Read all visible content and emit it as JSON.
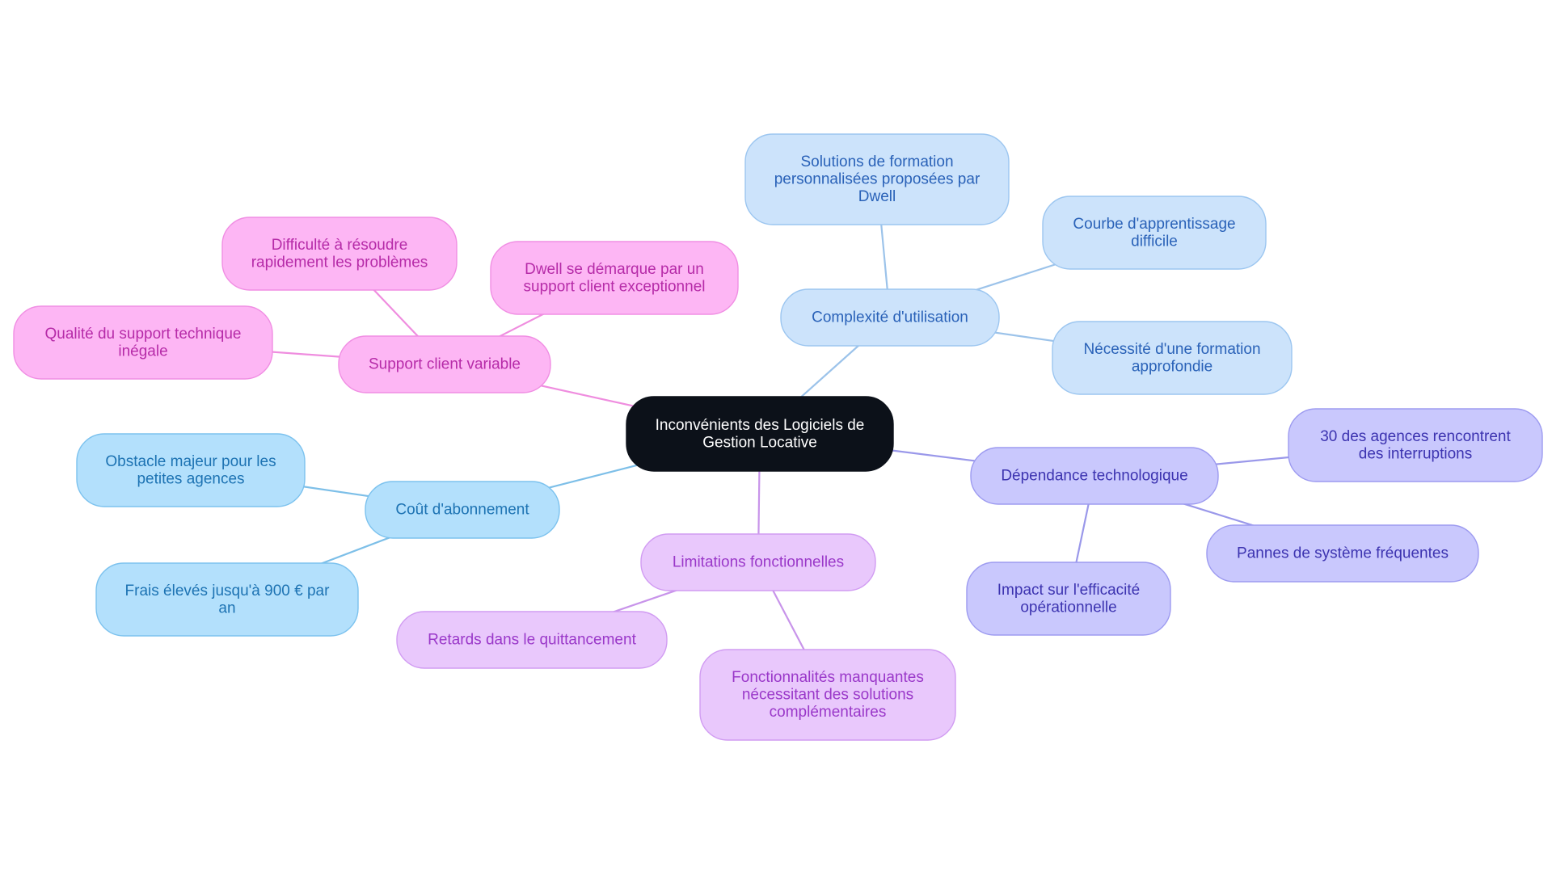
{
  "mindmap": {
    "palette": {
      "root": {
        "fill": "#0c1119",
        "stroke": "#0c1119",
        "text": "#ffffff",
        "edge": "#0c1119"
      },
      "pink": {
        "fill": "#fdb6f4",
        "stroke": "#f08ee3",
        "text": "#b62ba8",
        "edge": "#ef8ddf"
      },
      "blue": {
        "fill": "#cce3fb",
        "stroke": "#9cc6f0",
        "text": "#2a62b8",
        "edge": "#9cc3ea"
      },
      "sky": {
        "fill": "#b3e0fc",
        "stroke": "#7cc2ee",
        "text": "#1d73b3",
        "edge": "#7dbfe8"
      },
      "lilac": {
        "fill": "#e9c8fc",
        "stroke": "#d19cf2",
        "text": "#9a38c9",
        "edge": "#c894ea"
      },
      "violet": {
        "fill": "#c9c8fd",
        "stroke": "#9d9bf0",
        "text": "#3c33b0",
        "edge": "#9a98ea"
      }
    },
    "root": {
      "id": "root",
      "lines": [
        "Inconvénients des Logiciels de",
        "Gestion Locative"
      ]
    },
    "branches": [
      {
        "id": "support",
        "color": "pink",
        "lines": [
          "Support client variable"
        ],
        "children": [
          {
            "id": "support-1",
            "lines": [
              "Difficulté à résoudre",
              "rapidement les problèmes"
            ]
          },
          {
            "id": "support-2",
            "lines": [
              "Dwell se démarque par un",
              "support client exceptionnel"
            ]
          },
          {
            "id": "support-3",
            "lines": [
              "Qualité du support technique",
              "inégale"
            ]
          }
        ]
      },
      {
        "id": "complexite",
        "color": "blue",
        "lines": [
          "Complexité d'utilisation"
        ],
        "children": [
          {
            "id": "complexite-1",
            "lines": [
              "Solutions de formation",
              "personnalisées proposées par",
              "Dwell"
            ]
          },
          {
            "id": "complexite-2",
            "lines": [
              "Courbe d'apprentissage",
              "difficile"
            ]
          },
          {
            "id": "complexite-3",
            "lines": [
              "Nécessité d'une formation",
              "approfondie"
            ]
          }
        ]
      },
      {
        "id": "cout",
        "color": "sky",
        "lines": [
          "Coût d'abonnement"
        ],
        "children": [
          {
            "id": "cout-1",
            "lines": [
              "Obstacle majeur pour les",
              "petites agences"
            ]
          },
          {
            "id": "cout-2",
            "lines": [
              "Frais élevés jusqu'à 900 € par",
              "an"
            ]
          }
        ]
      },
      {
        "id": "limitations",
        "color": "lilac",
        "lines": [
          "Limitations fonctionnelles"
        ],
        "children": [
          {
            "id": "limitations-1",
            "lines": [
              "Retards dans le quittancement"
            ]
          },
          {
            "id": "limitations-2",
            "lines": [
              "Fonctionnalités manquantes",
              "nécessitant des solutions",
              "complémentaires"
            ]
          }
        ]
      },
      {
        "id": "dependance",
        "color": "violet",
        "lines": [
          "Dépendance technologique"
        ],
        "children": [
          {
            "id": "dependance-1",
            "lines": [
              "30 des agences rencontrent",
              "des interruptions"
            ]
          },
          {
            "id": "dependance-2",
            "lines": [
              "Pannes de système fréquentes"
            ]
          },
          {
            "id": "dependance-3",
            "lines": [
              "Impact sur l'efficacité",
              "opérationnelle"
            ]
          }
        ]
      }
    ]
  }
}
